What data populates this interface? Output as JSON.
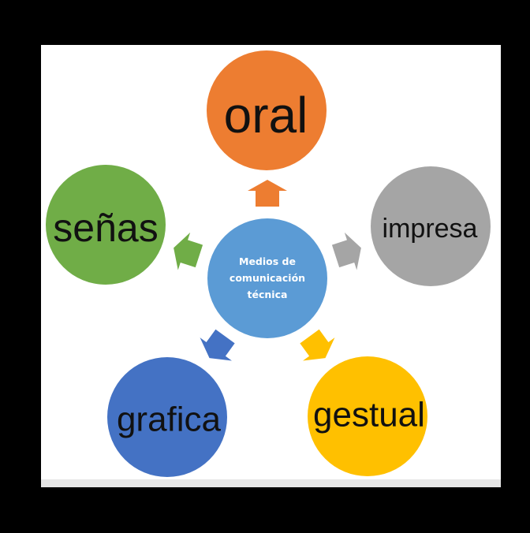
{
  "center": {
    "lines": [
      "Medios de",
      "comunicación",
      "técnica"
    ],
    "color": "#5B9BD5"
  },
  "nodes": [
    {
      "label": "oral",
      "color": "#ED7D31"
    },
    {
      "label": "impresa",
      "color": "#A5A5A5"
    },
    {
      "label": "gestual",
      "color": "#FFC000"
    },
    {
      "label": "grafica",
      "color": "#4472C4"
    },
    {
      "label": "señas",
      "color": "#70AD47"
    }
  ]
}
